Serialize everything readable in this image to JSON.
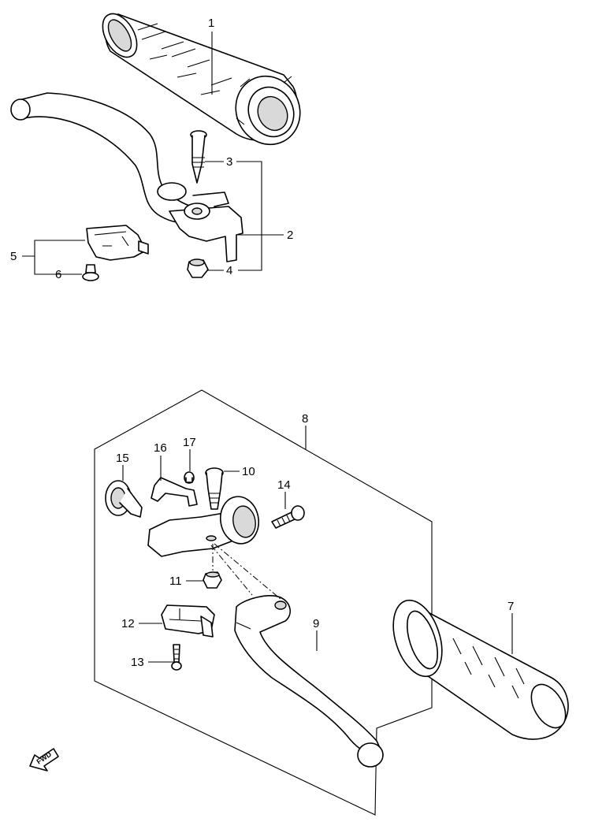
{
  "diagram": {
    "callouts": [
      {
        "id": "1",
        "label": "1"
      },
      {
        "id": "2",
        "label": "2"
      },
      {
        "id": "3",
        "label": "3"
      },
      {
        "id": "4",
        "label": "4"
      },
      {
        "id": "5",
        "label": "5"
      },
      {
        "id": "6",
        "label": "6"
      },
      {
        "id": "7",
        "label": "7"
      },
      {
        "id": "8",
        "label": "8"
      },
      {
        "id": "9",
        "label": "9"
      },
      {
        "id": "10",
        "label": "10"
      },
      {
        "id": "11",
        "label": "11"
      },
      {
        "id": "12",
        "label": "12"
      },
      {
        "id": "13",
        "label": "13"
      },
      {
        "id": "14",
        "label": "14"
      },
      {
        "id": "15",
        "label": "15"
      },
      {
        "id": "16",
        "label": "16"
      },
      {
        "id": "17",
        "label": "17"
      }
    ],
    "direction_marker": {
      "label": "FWD"
    }
  }
}
